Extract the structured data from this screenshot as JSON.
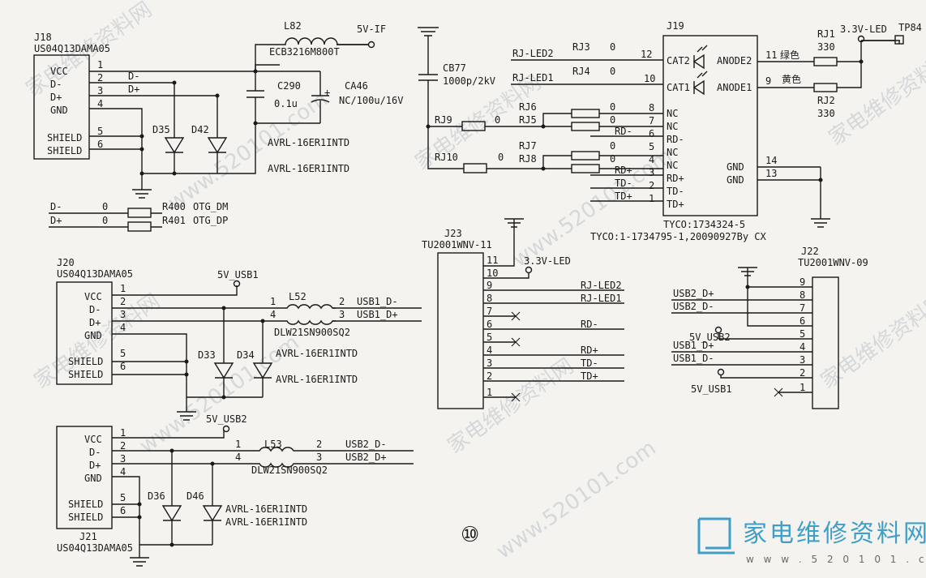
{
  "colors": {
    "ink": "#1a1a1a",
    "paper": "#f5f3ef",
    "logo": "#3f9fc8"
  },
  "watermark": {
    "cn": "家电维修资料网",
    "url": "www.520101.com"
  },
  "logo": {
    "cn": "家电维修资料网",
    "url": "w w w . 5 2 0 1 0 1 . c o m",
    "icon": "box-logo-icon"
  },
  "page_number": "⑩",
  "j18": {
    "ref": "J18",
    "part": "US04Q13DAMA05",
    "pins": [
      "VCC",
      "D-",
      "D+",
      "GND",
      "SHIELD",
      "SHIELD"
    ],
    "nums": [
      "1",
      "2",
      "3",
      "4",
      "5",
      "6"
    ],
    "net_dm": "D-",
    "net_dp": "D+",
    "l82": "L82",
    "l82_part": "ECB3216M800T",
    "net_5v": "5V-IF",
    "c290": "C290",
    "c290_val": "0.1u",
    "ca46": "CA46",
    "ca46_val": "NC/100u/16V",
    "plus": "+",
    "d35": "D35",
    "d42": "D42",
    "tvs1": "AVRL-16ER1INTD",
    "tvs2": "AVRL-16ER1INTD"
  },
  "otg": {
    "dm": "D-",
    "dp": "D+",
    "z1": "0",
    "z2": "0",
    "r400": "R400",
    "r400_net": "OTG_DM",
    "r401": "R401",
    "r401_net": "OTG_DP"
  },
  "rj": {
    "cb77": "CB77",
    "cb77_val": "1000p/2kV",
    "led2": "RJ-LED2",
    "led1": "RJ-LED1",
    "rj3": "RJ3",
    "rj4": "RJ4",
    "rj3_val": "0",
    "rj4_val": "0",
    "rj9": "RJ9",
    "rj9_val": "0",
    "rj10": "RJ10",
    "rj10_val": "0",
    "rj5": "RJ5",
    "rj6": "RJ6",
    "rj7": "RJ7",
    "rj8": "RJ8",
    "r_small": [
      "0",
      "0",
      "0",
      "0"
    ],
    "j19": "J19",
    "left_pins": [
      "CAT2",
      "CAT1",
      "NC",
      "NC",
      "RD-",
      "NC",
      "NC",
      "RD+",
      "TD-",
      "TD+"
    ],
    "left_nums": [
      "12",
      "10",
      "8",
      "7",
      "6",
      "5",
      "4",
      "3",
      "2",
      "1"
    ],
    "left_nets": [
      "RD-",
      "RD+",
      "TD-",
      "TD+"
    ],
    "anode2": "ANODE2",
    "anode1": "ANODE1",
    "pin11": "11",
    "pin9": "9",
    "green": "绿色",
    "yellow": "黄色",
    "gnd1": "GND",
    "gnd2": "GND",
    "pin14": "14",
    "pin13": "13",
    "tyco1": "TYCO:1734324-5",
    "tyco2": "TYCO:1-1734795-1,20090927By CX",
    "rj1": "RJ1",
    "rj1_val": "330",
    "rj2": "RJ2",
    "rj2_val": "330",
    "led_net": "3.3V-LED",
    "tp": "TP84"
  },
  "j20": {
    "ref": "J20",
    "part": "US04Q13DAMA05",
    "pins": [
      "VCC",
      "D-",
      "D+",
      "GND",
      "SHIELD",
      "SHIELD"
    ],
    "nums": [
      "1",
      "2",
      "3",
      "4",
      "5",
      "6"
    ],
    "net_5v": "5V_USB1",
    "l52": "L52",
    "l52_part": "DLW21SN900SQ2",
    "lp1": "1",
    "lp4": "4",
    "lp2": "2",
    "lp3": "3",
    "out_dm": "USB1_D-",
    "out_dp": "USB1_D+",
    "d33": "D33",
    "d34": "D34",
    "tvs1": "AVRL-16ER1INTD",
    "tvs2": "AVRL-16ER1INTD"
  },
  "j21": {
    "ref": "J21",
    "part": "US04Q13DAMA05",
    "pins": [
      "VCC",
      "D-",
      "D+",
      "GND",
      "SHIELD",
      "SHIELD"
    ],
    "nums": [
      "1",
      "2",
      "3",
      "4",
      "5",
      "6"
    ],
    "net_5v": "5V_USB2",
    "l53": "L53",
    "l53_part": "DLW21SN900SQ2",
    "lp1": "1",
    "lp4": "4",
    "lp2": "2",
    "lp3": "3",
    "out_dm": "USB2_D-",
    "out_dp": "USB2_D+",
    "d36": "D36",
    "d46": "D46",
    "tvs1": "AVRL-16ER1INTD",
    "tvs2": "AVRL-16ER1INTD"
  },
  "j23": {
    "ref": "J23",
    "part": "TU2001WNV-11",
    "nums": [
      "11",
      "10",
      "9",
      "8",
      "7",
      "6",
      "5",
      "4",
      "3",
      "2",
      "1"
    ],
    "net_led": "3.3V-LED",
    "nets": [
      "RJ-LED2",
      "RJ-LED1",
      "RD-",
      "RD+",
      "TD-",
      "TD+"
    ]
  },
  "j22": {
    "ref": "J22",
    "part": "TU2001WNV-09",
    "nums": [
      "9",
      "8",
      "7",
      "6",
      "5",
      "4",
      "3",
      "2",
      "1"
    ],
    "nets": [
      "USB2_D+",
      "USB2_D-",
      "5V_USB2",
      "USB1_D+",
      "USB1_D-",
      "5V_USB1"
    ]
  }
}
